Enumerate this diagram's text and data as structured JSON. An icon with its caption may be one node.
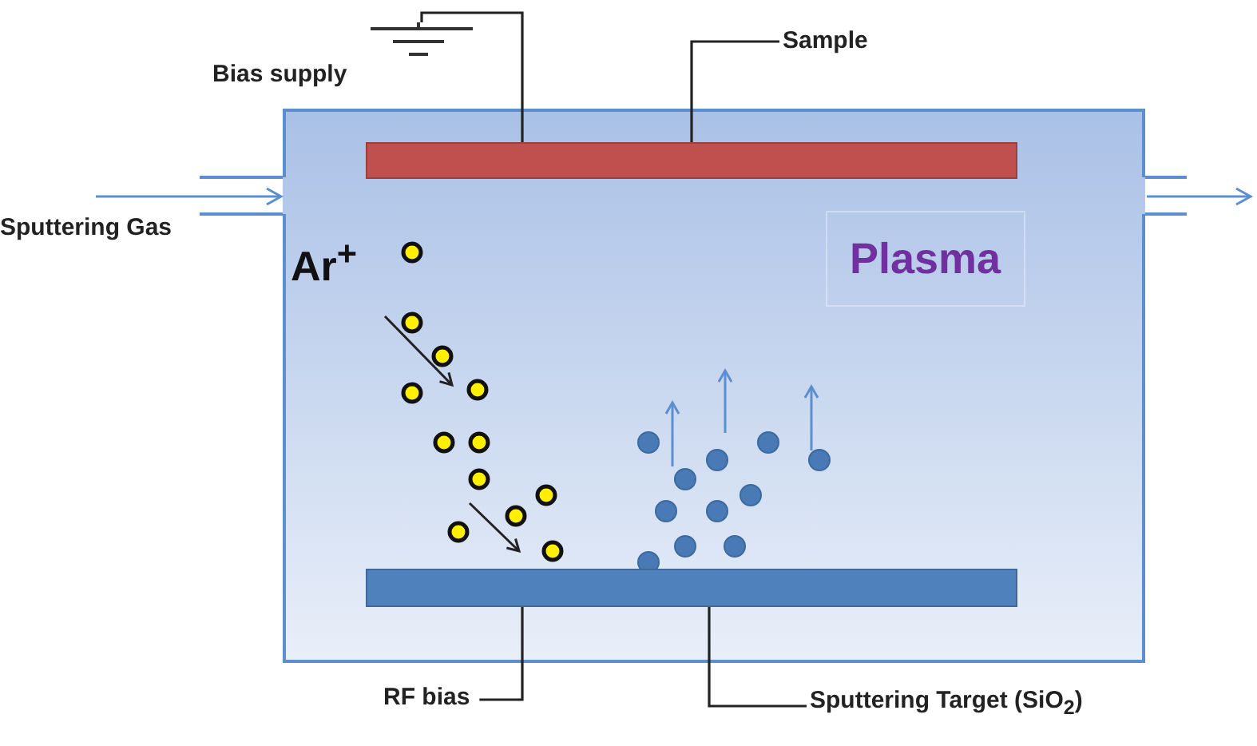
{
  "diagram": {
    "nodes": [
      {
        "text": [],
        "shape": "ground"
      },
      {
        "text": [
          "Sample"
        ]
      },
      {
        "text": [
          "Plasma"
        ]
      },
      {
        "text": [],
        "shape": "bar",
        "in": 2
      },
      {
        "text": [],
        "shape": "bar",
        "in": 2
      },
      {
        "text": [
          "RF bias"
        ]
      },
      {
        "text": [
          "Sputtering Target (SiO$_{2}$)"
        ]
      }
    ],
    "edges": [
      {
        "from": 3,
        "to": 0,
        "arrow": "none"
      },
      {
        "from": 1,
        "to": 3,
        "arrow": "none"
      },
      {
        "from": null,
        "to": 2,
        "arrow": "to",
        "color": "#5b8fd0"
      },
      {
        "from": 2,
        "to": null,
        "arrow": "to",
        "color": "#5b8fd0"
      },
      {
        "from": 5,
        "to": 4,
        "arrow": "none"
      },
      {
        "from": 6,
        "to": 4,
        "arrow": "none"
      }
    ],
    "labels": [
      "Bias supply",
      "Sputtering Gas",
      "Ar$^{+}$"
    ]
  }
}
